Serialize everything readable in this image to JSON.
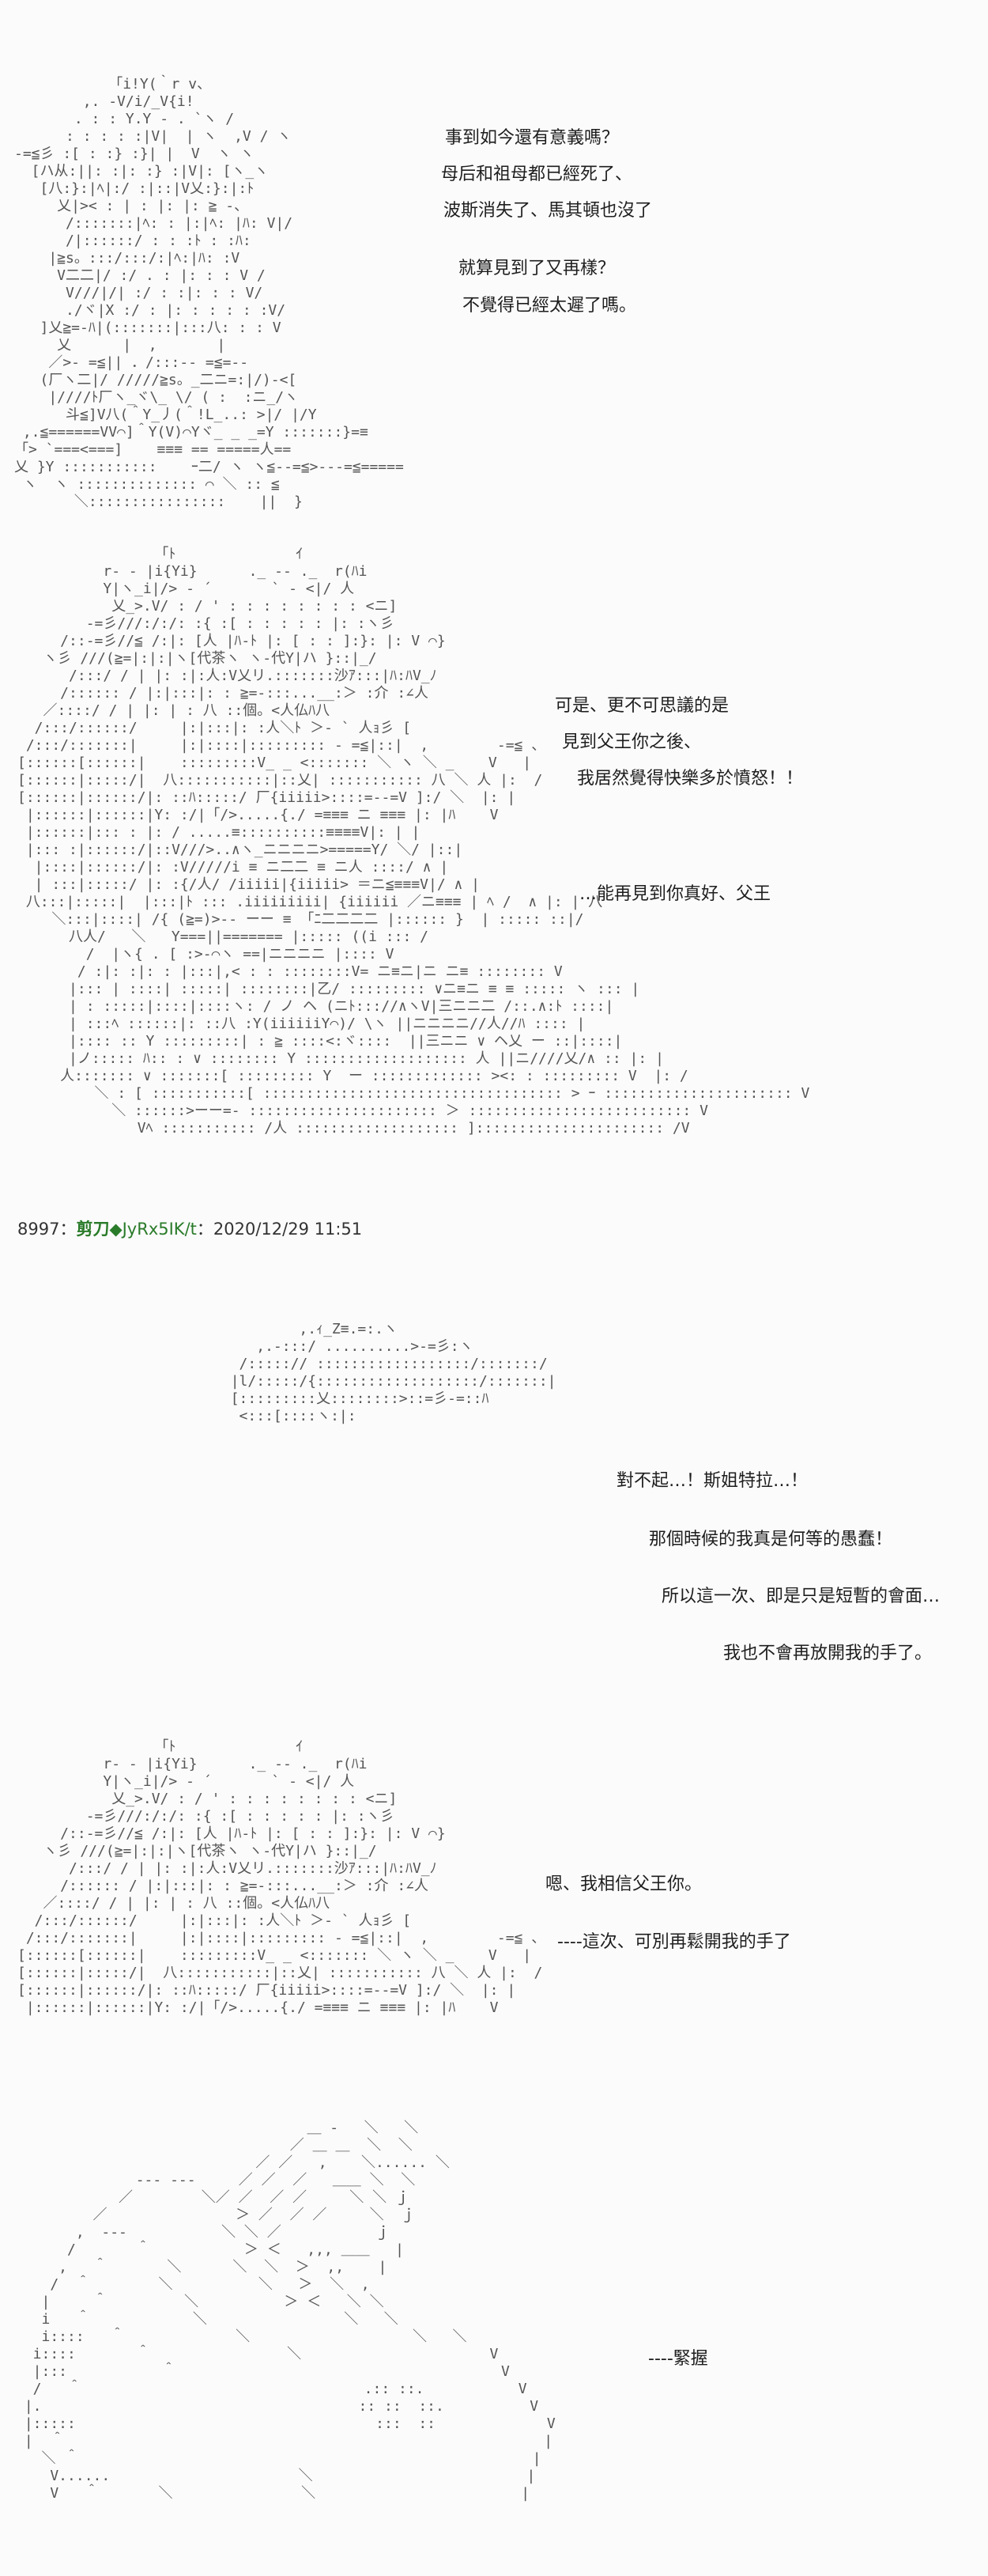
{
  "panels": [
    {
      "lines": [
        "事到如今還有意義嗎？",
        "母后和祖母都已經死了、",
        "波斯消失了、馬其頓也沒了",
        "就算見到了又再樣？",
        "不覺得已經太遲了嗎。"
      ]
    },
    {
      "lines": [
        "可是、更不可思議的是",
        "見到父王你之後、",
        "我居然覺得快樂多於憤怒！！",
        "…能再見到你真好、父王"
      ]
    },
    {
      "lines": [
        "對不起…！斯姐特拉…！",
        "那個時候的我真是何等的愚蠢！",
        "所以這一次、即是只是短暫的會面…",
        "我也不會再放開我的手了。"
      ]
    },
    {
      "lines": [
        "嗯、我相信父王你。",
        "----這次、可別再鬆開我的手了"
      ]
    },
    {
      "lines": [
        "----緊握"
      ]
    }
  ],
  "post_header": {
    "number": "8997",
    "separator": "：",
    "name": "剪刀◆",
    "trip": "JyRx5IK/t",
    "date": "：2020/12/29 11:51"
  },
  "colors": {
    "text": "#1e1e1e",
    "art": "#555555",
    "name": "#2a7b2a",
    "background": "#fbfbfb"
  }
}
